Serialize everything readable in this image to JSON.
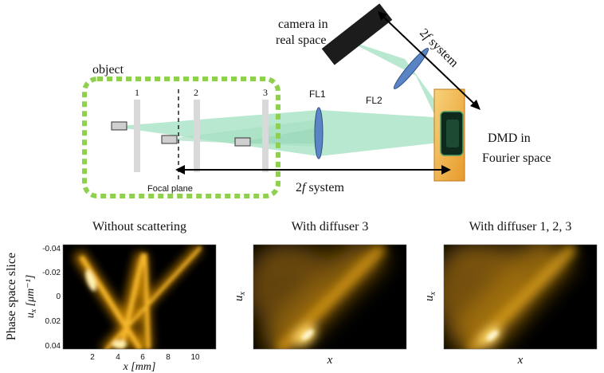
{
  "diagram": {
    "object_label": "object",
    "plane_numbers": [
      "1",
      "2",
      "3"
    ],
    "focal_plane_label": "Focal plane",
    "lens1_label": "FL1",
    "lens2_label": "FL2",
    "camera_label_line1": "camera in",
    "camera_label_line2": "real space",
    "dmd_label_line1": "DMD in",
    "dmd_label_line2": "Fourier space",
    "system_bottom_prefix": "2",
    "system_bottom_italic": "f",
    "system_bottom_suffix": " system",
    "system_diag_prefix": "2",
    "system_diag_italic": "f",
    "system_diag_suffix": " system"
  },
  "panels": {
    "titles": [
      "Without scattering",
      "With diffuser 3",
      "With diffuser 1, 2, 3"
    ],
    "row_label": "Phase space slice",
    "p1_ylabel_main": "u",
    "p1_ylabel_sub": "x",
    "p1_ylabel_unit": " [μm⁻¹]",
    "p1_xlabel_main": "x",
    "p1_xlabel_unit": " [mm]",
    "p1_yticks": [
      "-0.04",
      "-0.02",
      "0",
      "0.02",
      "0.04"
    ],
    "p1_xticks": [
      "2",
      "4",
      "6",
      "8",
      "10"
    ],
    "p2_ylabel_main": "u",
    "p2_ylabel_sub": "x",
    "p2_xlabel": "x",
    "p3_ylabel_main": "u",
    "p3_ylabel_sub": "x",
    "p3_xlabel": "x"
  },
  "colors": {
    "object_box": "#8fd14f",
    "beam": "#7fd6a8",
    "lens": "#5b84c4",
    "diffuser": "#d9d9d9",
    "dmd": "#f3b544",
    "camera": "#1c1c1c",
    "heatmap_bg": "#000000",
    "heatmap_mid": "#d08a00",
    "heatmap_hot": "#fff1b0"
  }
}
